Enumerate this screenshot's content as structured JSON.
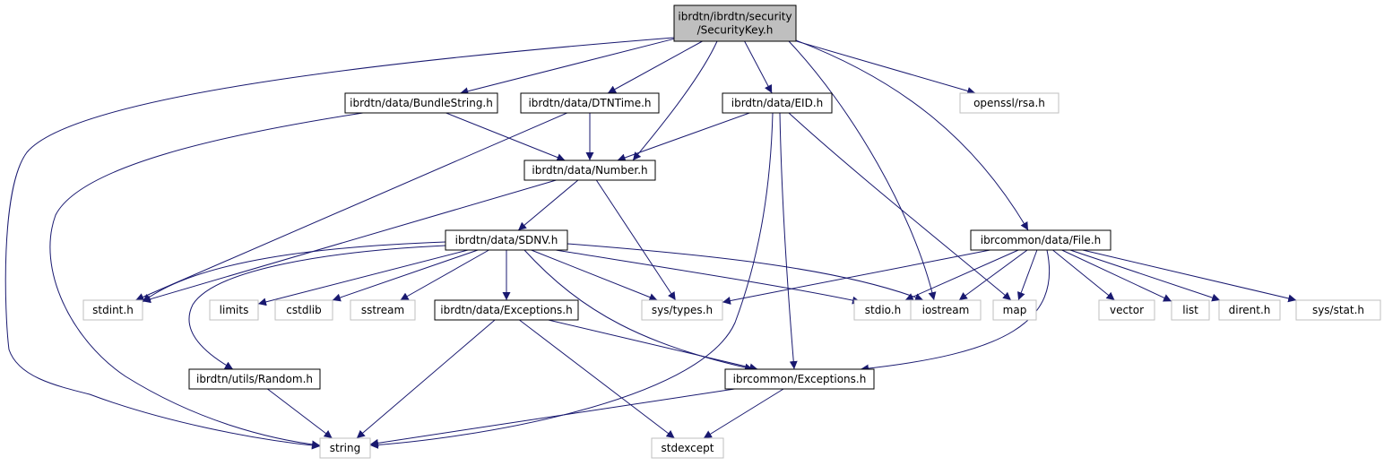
{
  "edge_color": "#191970",
  "node_border_color": "#000000",
  "node_border_color_external": "#bfbfbf",
  "root_fill_color": "#bfbfbf",
  "nodes": [
    {
      "id": "root",
      "lines": [
        "ibrdtn/ibrdtn/security",
        "/SecurityKey.h"
      ],
      "kind": "root"
    },
    {
      "id": "bundlestring",
      "lines": [
        "ibrdtn/data/BundleString.h"
      ],
      "kind": "internal"
    },
    {
      "id": "dtntime",
      "lines": [
        "ibrdtn/data/DTNTime.h"
      ],
      "kind": "internal"
    },
    {
      "id": "eid",
      "lines": [
        "ibrdtn/data/EID.h"
      ],
      "kind": "internal"
    },
    {
      "id": "rsa",
      "lines": [
        "openssl/rsa.h"
      ],
      "kind": "external"
    },
    {
      "id": "number",
      "lines": [
        "ibrdtn/data/Number.h"
      ],
      "kind": "internal"
    },
    {
      "id": "sdnv",
      "lines": [
        "ibrdtn/data/SDNV.h"
      ],
      "kind": "internal"
    },
    {
      "id": "file",
      "lines": [
        "ibrcommon/data/File.h"
      ],
      "kind": "internal"
    },
    {
      "id": "stdint",
      "lines": [
        "stdint.h"
      ],
      "kind": "external"
    },
    {
      "id": "limits",
      "lines": [
        "limits"
      ],
      "kind": "external"
    },
    {
      "id": "cstdlib",
      "lines": [
        "cstdlib"
      ],
      "kind": "external"
    },
    {
      "id": "sstream",
      "lines": [
        "sstream"
      ],
      "kind": "external"
    },
    {
      "id": "dataexceptions",
      "lines": [
        "ibrdtn/data/Exceptions.h"
      ],
      "kind": "internal"
    },
    {
      "id": "systypes",
      "lines": [
        "sys/types.h"
      ],
      "kind": "external"
    },
    {
      "id": "stdio",
      "lines": [
        "stdio.h"
      ],
      "kind": "external"
    },
    {
      "id": "iostream",
      "lines": [
        "iostream"
      ],
      "kind": "external"
    },
    {
      "id": "map",
      "lines": [
        "map"
      ],
      "kind": "external"
    },
    {
      "id": "vector",
      "lines": [
        "vector"
      ],
      "kind": "external"
    },
    {
      "id": "list",
      "lines": [
        "list"
      ],
      "kind": "external"
    },
    {
      "id": "dirent",
      "lines": [
        "dirent.h"
      ],
      "kind": "external"
    },
    {
      "id": "sysstat",
      "lines": [
        "sys/stat.h"
      ],
      "kind": "external"
    },
    {
      "id": "random",
      "lines": [
        "ibrdtn/utils/Random.h"
      ],
      "kind": "internal"
    },
    {
      "id": "commonexceptions",
      "lines": [
        "ibrcommon/Exceptions.h"
      ],
      "kind": "internal"
    },
    {
      "id": "string",
      "lines": [
        "string"
      ],
      "kind": "external"
    },
    {
      "id": "stdexcept",
      "lines": [
        "stdexcept"
      ],
      "kind": "external"
    }
  ],
  "edges": [
    [
      "root",
      "string"
    ],
    [
      "root",
      "bundlestring"
    ],
    [
      "root",
      "dtntime"
    ],
    [
      "root",
      "number"
    ],
    [
      "root",
      "eid"
    ],
    [
      "root",
      "iostream"
    ],
    [
      "root",
      "rsa"
    ],
    [
      "root",
      "file"
    ],
    [
      "bundlestring",
      "number"
    ],
    [
      "bundlestring",
      "string"
    ],
    [
      "dtntime",
      "number"
    ],
    [
      "dtntime",
      "stdint"
    ],
    [
      "eid",
      "number"
    ],
    [
      "eid",
      "string"
    ],
    [
      "eid",
      "commonexceptions"
    ],
    [
      "eid",
      "map"
    ],
    [
      "number",
      "sdnv"
    ],
    [
      "number",
      "stdint"
    ],
    [
      "number",
      "systypes"
    ],
    [
      "sdnv",
      "stdint"
    ],
    [
      "sdnv",
      "random"
    ],
    [
      "sdnv",
      "limits"
    ],
    [
      "sdnv",
      "cstdlib"
    ],
    [
      "sdnv",
      "sstream"
    ],
    [
      "sdnv",
      "dataexceptions"
    ],
    [
      "sdnv",
      "systypes"
    ],
    [
      "sdnv",
      "stdio"
    ],
    [
      "sdnv",
      "iostream"
    ],
    [
      "sdnv",
      "commonexceptions"
    ],
    [
      "file",
      "systypes"
    ],
    [
      "file",
      "stdio"
    ],
    [
      "file",
      "iostream"
    ],
    [
      "file",
      "map"
    ],
    [
      "file",
      "vector"
    ],
    [
      "file",
      "list"
    ],
    [
      "file",
      "dirent"
    ],
    [
      "file",
      "sysstat"
    ],
    [
      "file",
      "commonexceptions"
    ],
    [
      "dataexceptions",
      "string"
    ],
    [
      "dataexceptions",
      "stdexcept"
    ],
    [
      "dataexceptions",
      "commonexceptions"
    ],
    [
      "random",
      "string"
    ],
    [
      "commonexceptions",
      "string"
    ],
    [
      "commonexceptions",
      "stdexcept"
    ]
  ]
}
